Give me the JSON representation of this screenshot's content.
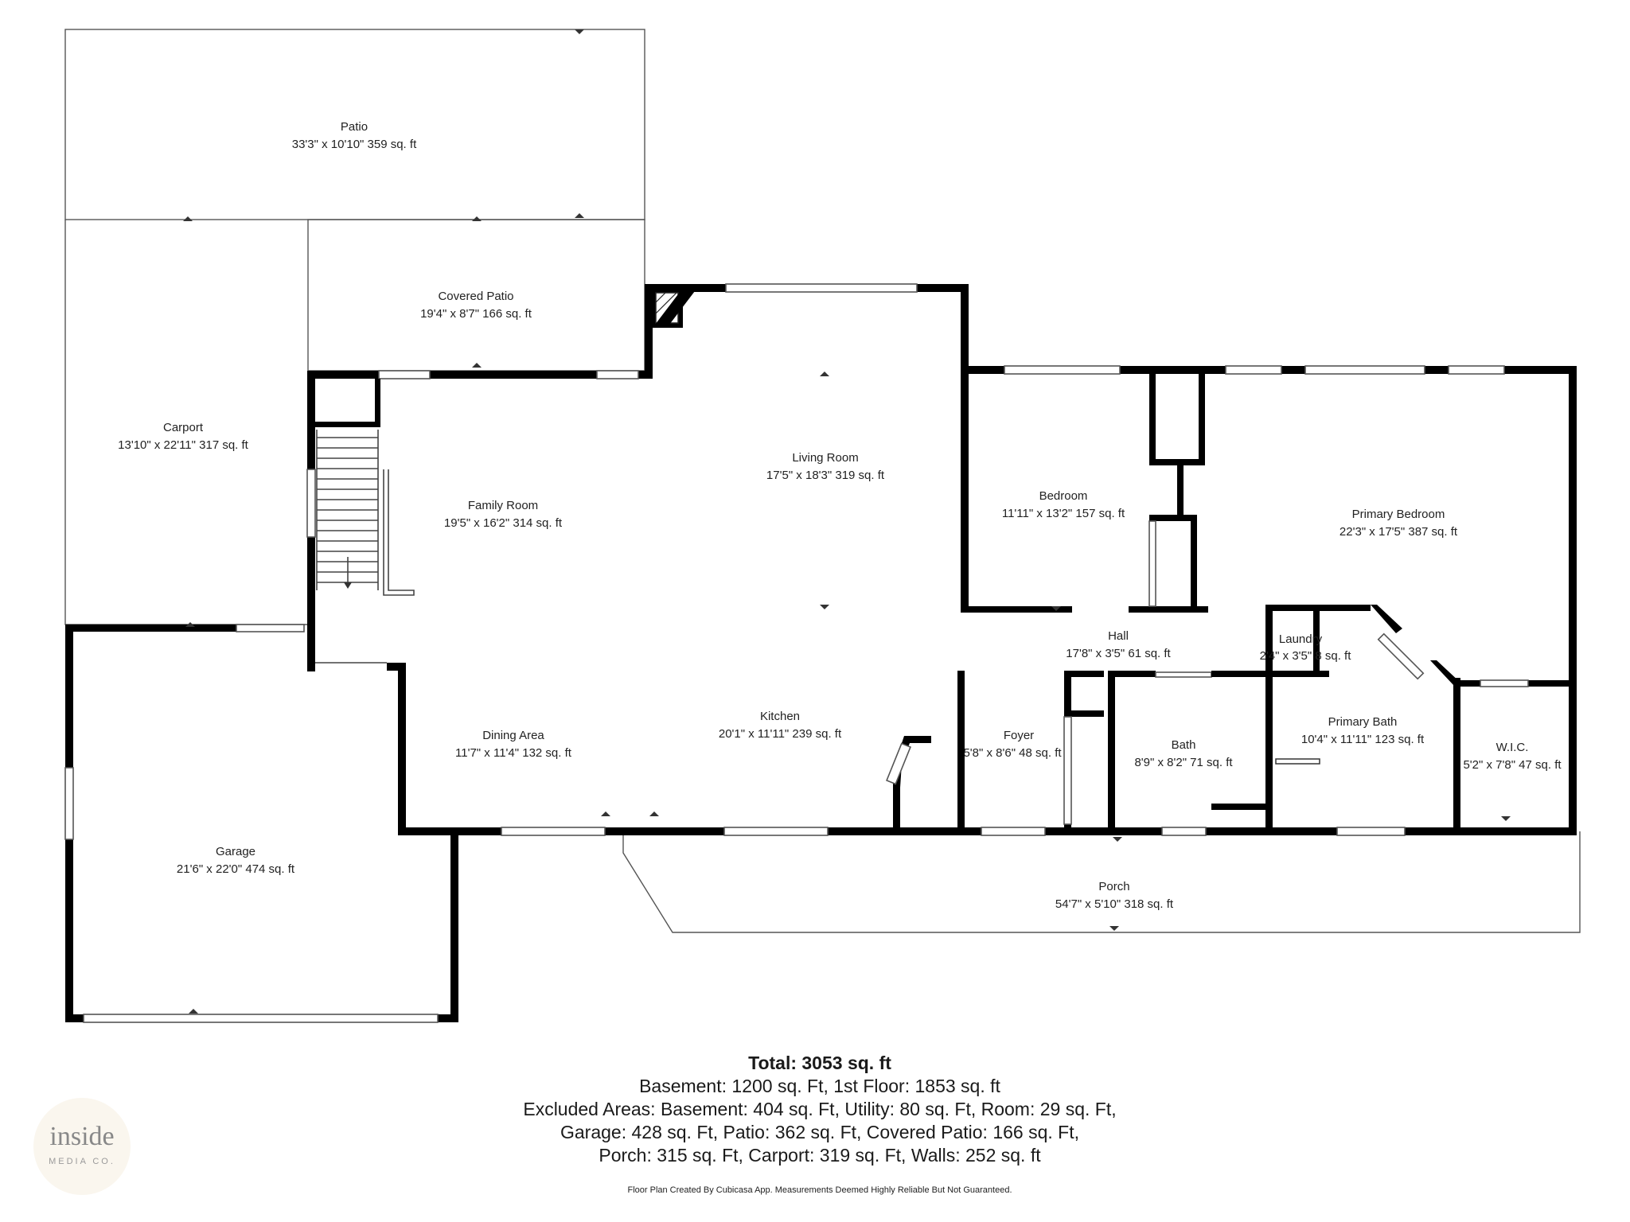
{
  "rooms": {
    "patio": {
      "name": "Patio",
      "dims": "33'3\" x 10'10\" 359 sq. ft"
    },
    "covered_patio": {
      "name": "Covered Patio",
      "dims": "19'4\" x 8'7\" 166 sq. ft"
    },
    "carport": {
      "name": "Carport",
      "dims": "13'10\" x 22'11\" 317 sq. ft"
    },
    "family_room": {
      "name": "Family Room",
      "dims": "19'5\" x 16'2\" 314 sq. ft"
    },
    "living_room": {
      "name": "Living Room",
      "dims": "17'5\" x 18'3\" 319 sq. ft"
    },
    "bedroom": {
      "name": "Bedroom",
      "dims": "11'11\" x 13'2\" 157 sq. ft"
    },
    "primary_bedroom": {
      "name": "Primary Bedroom",
      "dims": "22'3\" x 17'5\" 387 sq. ft"
    },
    "hall": {
      "name": "Hall",
      "dims": "17'8\" x 3'5\" 61 sq. ft"
    },
    "laundry": {
      "name": "Laundry",
      "dims": "2'4\" x 3'5\" 8 sq. ft"
    },
    "dining_area": {
      "name": "Dining Area",
      "dims": "11'7\" x 11'4\" 132 sq. ft"
    },
    "kitchen": {
      "name": "Kitchen",
      "dims": "20'1\" x 11'11\" 239 sq. ft"
    },
    "foyer": {
      "name": "Foyer",
      "dims": "5'8\" x 8'6\" 48 sq. ft"
    },
    "bath": {
      "name": "Bath",
      "dims": "8'9\" x 8'2\" 71 sq. ft"
    },
    "primary_bath": {
      "name": "Primary Bath",
      "dims": "10'4\" x 11'11\" 123 sq. ft"
    },
    "wic": {
      "name": "W.I.C.",
      "dims": "5'2\" x 7'8\" 47 sq. ft"
    },
    "garage": {
      "name": "Garage",
      "dims": "21'6\" x 22'0\" 474 sq. ft"
    },
    "porch": {
      "name": "Porch",
      "dims": "54'7\" x 5'10\" 318 sq. ft"
    }
  },
  "summary": {
    "total": "Total: 3053 sq. ft",
    "line1": "Basement: 1200 sq. Ft, 1st Floor: 1853 sq. ft",
    "line2": "Excluded Areas: Basement: 404 sq. Ft, Utility: 80 sq. Ft, Room: 29 sq. Ft,",
    "line3": "Garage: 428 sq. Ft, Patio: 362 sq. Ft, Covered Patio: 166 sq. Ft,",
    "line4": "Porch: 315 sq. Ft, Carport: 319 sq. Ft, Walls: 252 sq. ft"
  },
  "disclaimer": "Floor Plan Created By Cubicasa App. Measurements Deemed Highly Reliable But Not Guaranteed.",
  "logo": {
    "brand": "inside",
    "sub": "MEDIA CO."
  },
  "colors": {
    "wall": "#000000",
    "outline": "#555555",
    "logo_bg": "#faf6ee",
    "logo_text": "#888888"
  }
}
